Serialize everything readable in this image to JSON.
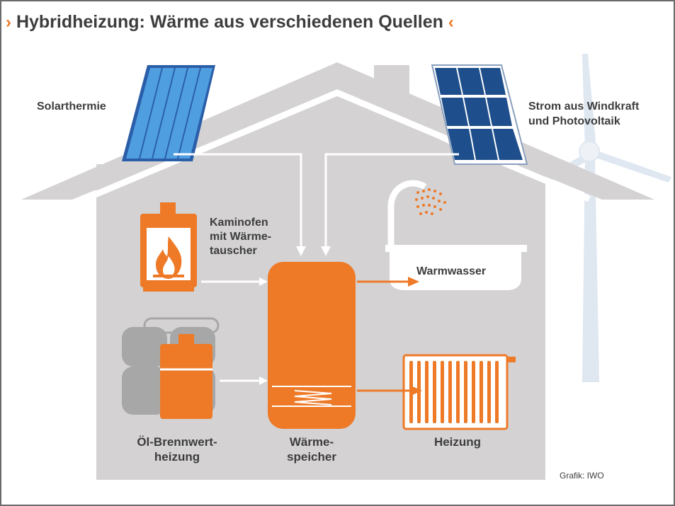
{
  "title": {
    "text": "Hybridheizung: Wärme aus verschiedenen Quellen",
    "open_marker": "›",
    "close_marker": "‹"
  },
  "labels": {
    "solarthermie": "Solarthermie",
    "strom_line1": "Strom aus Windkraft",
    "strom_line2": "und Photovoltaik",
    "kamin_line1": "Kaminofen",
    "kamin_line2": "mit Wärme-",
    "kamin_line3": "tauscher",
    "warmwasser": "Warmwasser",
    "oel_line1": "Öl-Brennwert-",
    "oel_line2": "heizung",
    "speicher_line1": "Wärme-",
    "speicher_line2": "speicher",
    "heizung": "Heizung"
  },
  "credit": "Grafik: IWO",
  "colors": {
    "orange": "#ee7a27",
    "house_gray": "#d4d2d3",
    "border_gray": "#6b6b6b",
    "text": "#3d3d3d",
    "solar_blue": "#3f8fd6",
    "pv_blue": "#1e4f8c",
    "turbine": "#dfe7f1"
  },
  "icons": {
    "solar_collector": "solar-collector-icon",
    "pv_panel": "pv-panel-icon",
    "wind_turbine": "wind-turbine-icon",
    "stove": "fireplace-stove-icon",
    "oil_tanks": "oil-tanks-icon",
    "boiler": "boiler-icon",
    "heat_storage": "heat-storage-tank-icon",
    "shower": "shower-icon",
    "bathtub": "bathtub-icon",
    "radiator": "radiator-icon"
  }
}
